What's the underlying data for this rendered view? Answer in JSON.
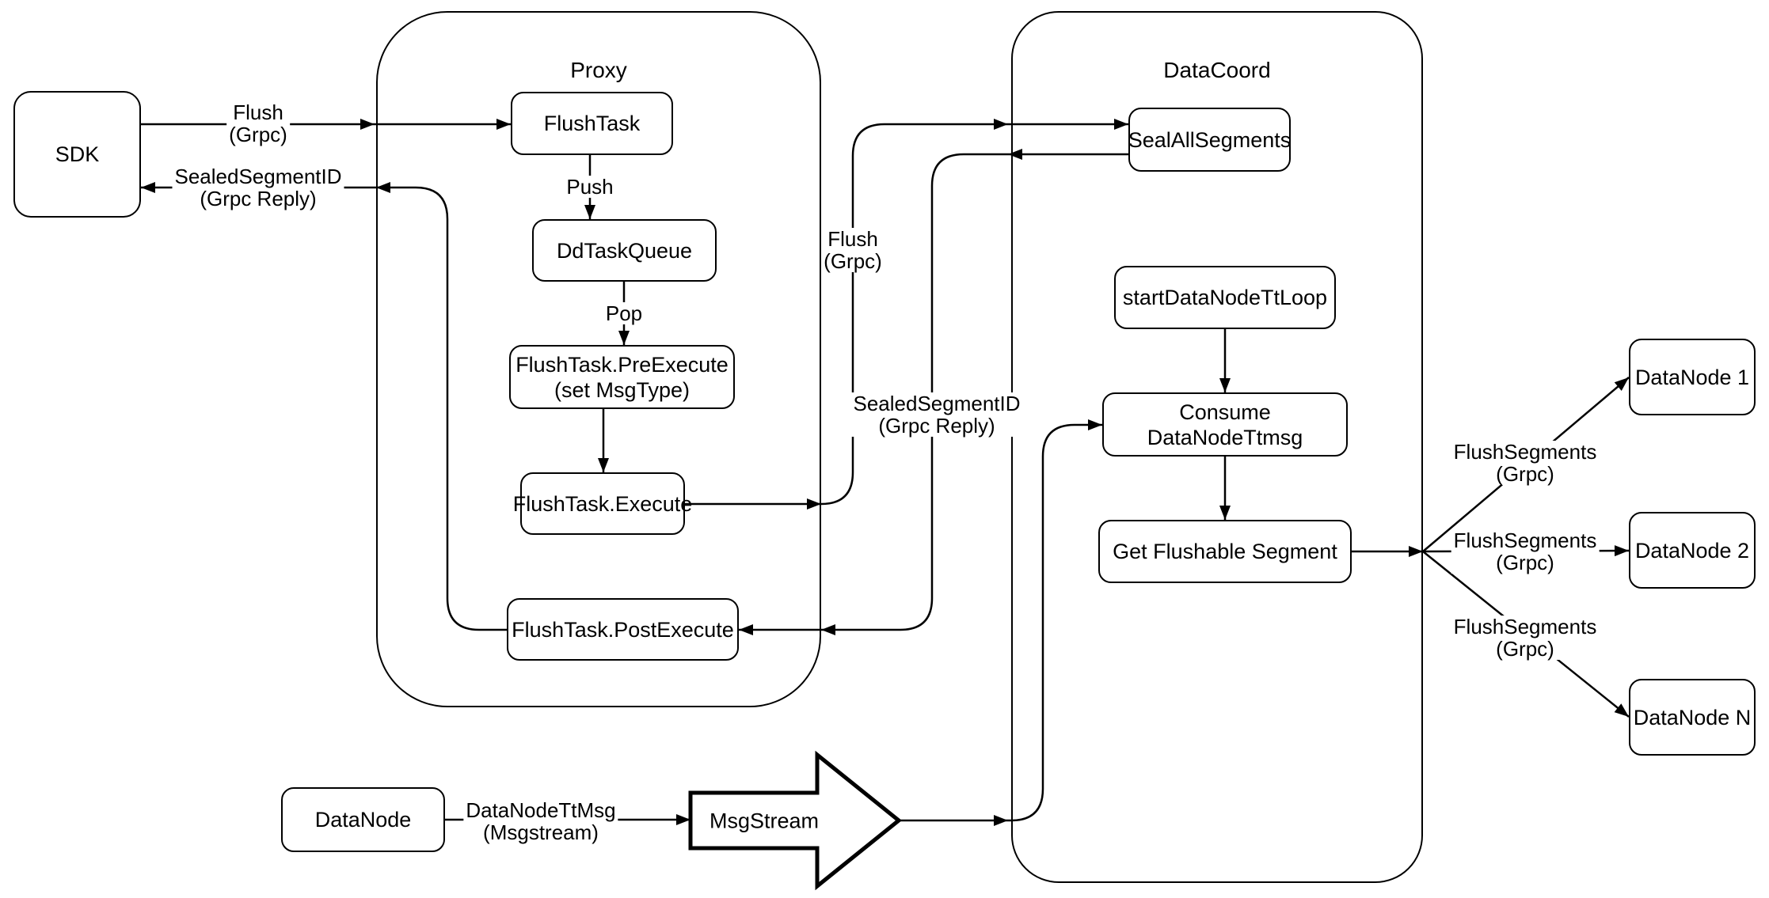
{
  "diagram": {
    "colors": {
      "stroke": "#000000",
      "background": "#ffffff"
    },
    "containers": {
      "proxy": {
        "title": "Proxy"
      },
      "datacoord": {
        "title": "DataCoord"
      }
    },
    "nodes": {
      "sdk": {
        "label": "SDK"
      },
      "flush_task": {
        "label": "FlushTask"
      },
      "dd_task_queue": {
        "label": "DdTaskQueue"
      },
      "pre_execute": {
        "line1": "FlushTask.PreExecute",
        "line2": "(set MsgType)"
      },
      "execute": {
        "label": "FlushTask.Execute"
      },
      "post_execute": {
        "label": "FlushTask.PostExecute"
      },
      "seal_all_segments": {
        "label": "SealAllSegments"
      },
      "start_datanode_tt_loop": {
        "label": "startDataNodeTtLoop"
      },
      "consume_datanode_ttmsg": {
        "label": "Consume DataNodeTtmsg"
      },
      "get_flushable_segment": {
        "label": "Get Flushable Segment"
      },
      "datanode_1": {
        "label": "DataNode 1"
      },
      "datanode_2": {
        "label": "DataNode 2"
      },
      "datanode_n": {
        "label": "DataNode N"
      },
      "datanode": {
        "label": "DataNode"
      },
      "msgstream": {
        "label": "MsgStream"
      }
    },
    "edge_labels": {
      "flush_sdk": {
        "line1": "Flush",
        "line2": "(Grpc)"
      },
      "sealed_sdk": {
        "line1": "SealedSegmentID",
        "line2": "(Grpc Reply)"
      },
      "push": {
        "line1": "Push"
      },
      "pop": {
        "line1": "Pop"
      },
      "flush_mid": {
        "line1": "Flush",
        "line2": "(Grpc)"
      },
      "sealed_mid": {
        "line1": "SealedSegmentID",
        "line2": "(Grpc Reply)"
      },
      "flush_segments_1": {
        "line1": "FlushSegments",
        "line2": "(Grpc)"
      },
      "flush_segments_2": {
        "line1": "FlushSegments",
        "line2": "(Grpc)"
      },
      "flush_segments_3": {
        "line1": "FlushSegments",
        "line2": "(Grpc)"
      },
      "datanode_ttmsg": {
        "line1": "DataNodeTtMsg",
        "line2": "(Msgstream)"
      }
    }
  }
}
